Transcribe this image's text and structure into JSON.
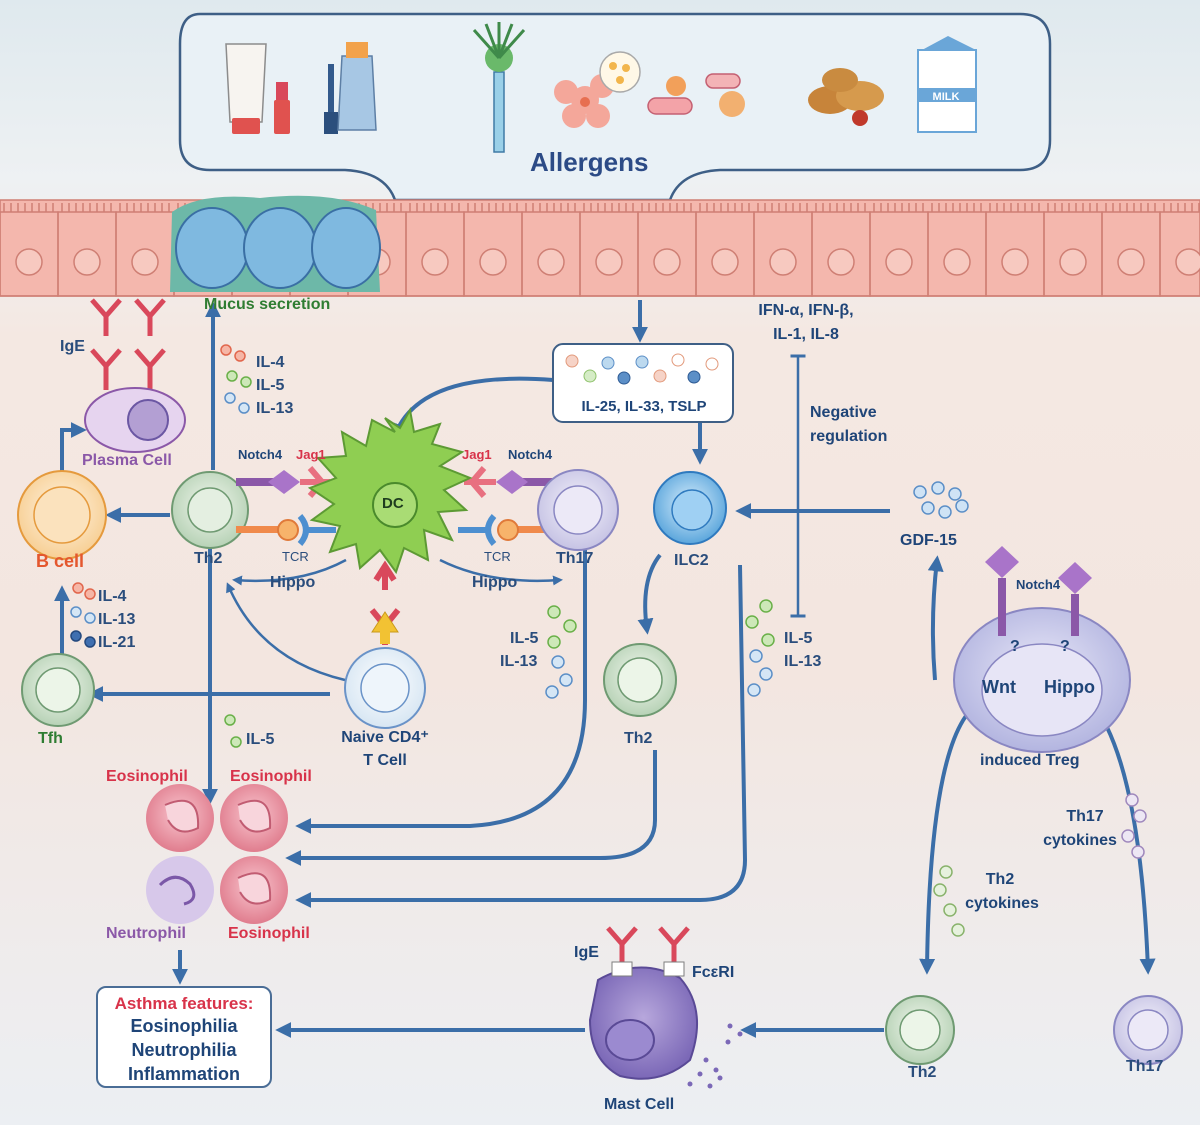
{
  "allergens": {
    "title": "Allergens",
    "milk_carton_label": "MILK"
  },
  "epithelium": {
    "mucus_label": "Mucus secretion"
  },
  "cells": {
    "plasma": "Plasma Cell",
    "b_cell": "B cell",
    "th2_left": "Th2",
    "dc": "DC",
    "th17_mid": "Th17",
    "ilc2": "ILC2",
    "tfh": "Tfh",
    "naive_line1": "Naive CD4⁺",
    "naive_line2": "T Cell",
    "th2_mid": "Th2",
    "treg": "induced Treg",
    "mast": "Mast Cell",
    "th2_bottom": "Th2",
    "th17_bottom": "Th17"
  },
  "granulocytes": {
    "eos_top_left": "Eosinophil",
    "eos_top_right": "Eosinophil",
    "neutrophil": "Neutrophil",
    "eos_bottom": "Eosinophil"
  },
  "labels": {
    "ige_top": "IgE",
    "il4_th2": "IL-4",
    "il5_th2": "IL-5",
    "il13_th2": "IL-13",
    "notch4_left": "Notch4",
    "jag1_left": "Jag1",
    "jag1_right": "Jag1",
    "notch4_right": "Notch4",
    "tcr_left": "TCR",
    "tcr_right": "TCR",
    "hippo_left": "Hippo",
    "hippo_right": "Hippo",
    "il4_tfh": "IL-4",
    "il13_tfh": "IL-13",
    "il21_tfh": "IL-21",
    "il5_eos": "IL-5",
    "il5_th17": "IL-5",
    "il13_th17": "IL-13",
    "cytokine_box": "IL-25, IL-33, TSLP",
    "ifn_line1": "IFN-α, IFN-β,",
    "ifn_line2": "IL-1, IL-8",
    "neg_line1": "Negative",
    "neg_line2": "regulation",
    "il5_ilc2": "IL-5",
    "il13_ilc2": "IL-13",
    "gdf15": "GDF-15",
    "notch4_treg": "Notch4",
    "q1": "?",
    "q2": "?",
    "wnt": "Wnt",
    "hippo_treg": "Hippo",
    "th17_cyto_line1": "Th17",
    "th17_cyto_line2": "cytokines",
    "th2_cyto_line1": "Th2",
    "th2_cyto_line2": "cytokines",
    "ige_mast": "IgE",
    "fceri": "FcεRI"
  },
  "asthma": {
    "title": "Asthma features:",
    "items": [
      "Eosinophilia",
      "Neutrophilia",
      "Inflammation"
    ]
  },
  "colors": {
    "arrow": "#3b6ea8",
    "epithelium": "#f4b7ad",
    "dc": "#8fce52",
    "mucus": "#5fa89a",
    "ige": "#d9485b",
    "notch4": "#8b58a8",
    "jag1": "#e87080"
  }
}
